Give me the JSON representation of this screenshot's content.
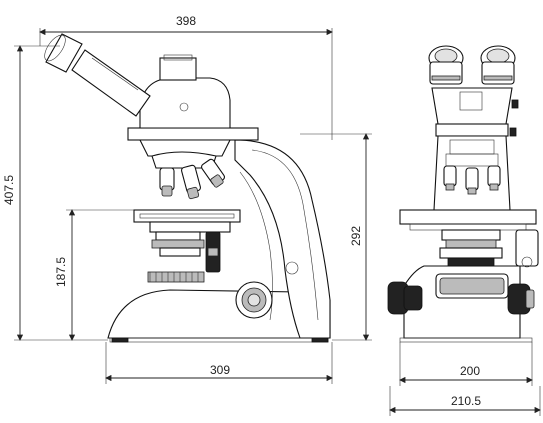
{
  "dimensions": {
    "side_total_height": "407.5",
    "side_total_width": "398",
    "side_stage_height": "187.5",
    "side_base_depth": "309",
    "side_arm_height": "292",
    "front_base_width": "200",
    "front_total_width": "210.5"
  },
  "colors": {
    "line": "#222222",
    "knob_dark": "#222222",
    "fill_gray": "#bbbbbb",
    "background": "#ffffff"
  }
}
